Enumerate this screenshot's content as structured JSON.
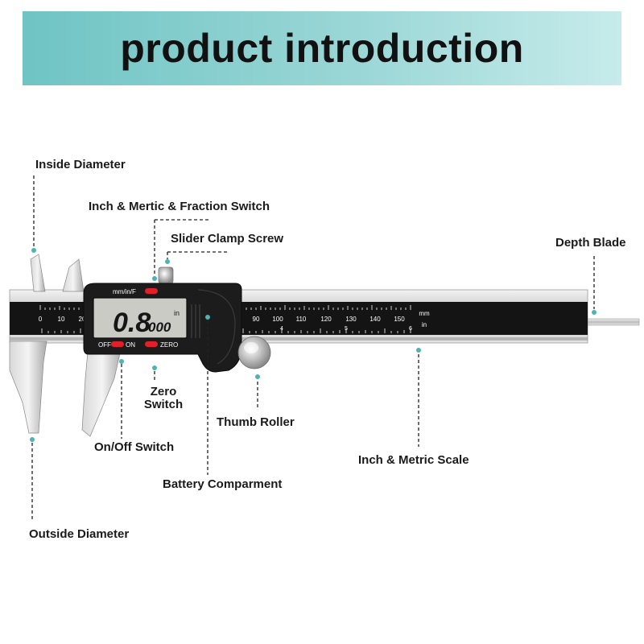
{
  "banner": {
    "title": "product introduction",
    "color": "#7ccaca"
  },
  "caliper": {
    "display_reading": "0.8",
    "display_small_digits": "000",
    "display_unit": "in",
    "mode_button_label": "mm/in/F",
    "off_label": "OFF",
    "on_label": "ON",
    "zero_label": "ZERO",
    "scale_top_numbers": [
      "0",
      "10",
      "20",
      "90",
      "100",
      "110",
      "120",
      "130",
      "140",
      "150"
    ],
    "scale_bottom_numbers": [
      "4",
      "5",
      "6"
    ],
    "scale_top_unit": "mm",
    "scale_bottom_unit": "in"
  },
  "labels": {
    "inside_diameter": "Inside Diameter",
    "fraction_switch": "Inch & Mertic & Fraction Switch",
    "slider_clamp_screw": "Slider Clamp Screw",
    "depth_blade": "Depth Blade",
    "zero_switch_line1": "Zero",
    "zero_switch_line2": "Switch",
    "thumb_roller": "Thumb Roller",
    "on_off_switch": "On/Off Switch",
    "inch_metric_scale": "Inch & Metric Scale",
    "battery_compartment": "Battery Comparment",
    "outside_diameter": "Outside Diameter"
  },
  "colors": {
    "marker": "#4fb3b3",
    "button_red": "#e0202a",
    "lcd": "#c9cbc4"
  }
}
